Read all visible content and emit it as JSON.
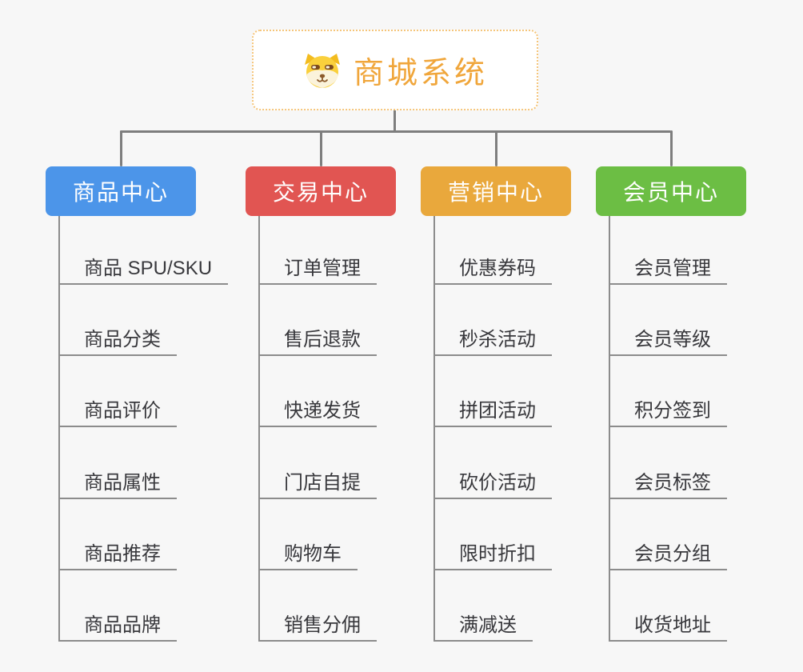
{
  "root": {
    "title": "商城系统",
    "icon": "doge-icon"
  },
  "branches": [
    {
      "label": "商品中心",
      "color": "#4C95E9",
      "items": [
        "商品 SPU/SKU",
        "商品分类",
        "商品评价",
        "商品属性",
        "商品推荐",
        "商品品牌"
      ]
    },
    {
      "label": "交易中心",
      "color": "#E15552",
      "items": [
        "订单管理",
        "售后退款",
        "快递发货",
        "门店自提",
        "购物车",
        "销售分佣"
      ]
    },
    {
      "label": "营销中心",
      "color": "#E9A83C",
      "items": [
        "优惠券码",
        "秒杀活动",
        "拼团活动",
        "砍价活动",
        "限时折扣",
        "满减送"
      ]
    },
    {
      "label": "会员中心",
      "color": "#6CBE44",
      "items": [
        "会员管理",
        "会员等级",
        "积分签到",
        "会员标签",
        "会员分组",
        "收货地址"
      ]
    }
  ],
  "colors": {
    "background": "#F7F7F7",
    "connector": "#7E7E7E",
    "spine": "#8C8C8C",
    "leaf_text": "#38383C",
    "root_title": "#F0A63B",
    "root_border": "#F5C57A"
  }
}
